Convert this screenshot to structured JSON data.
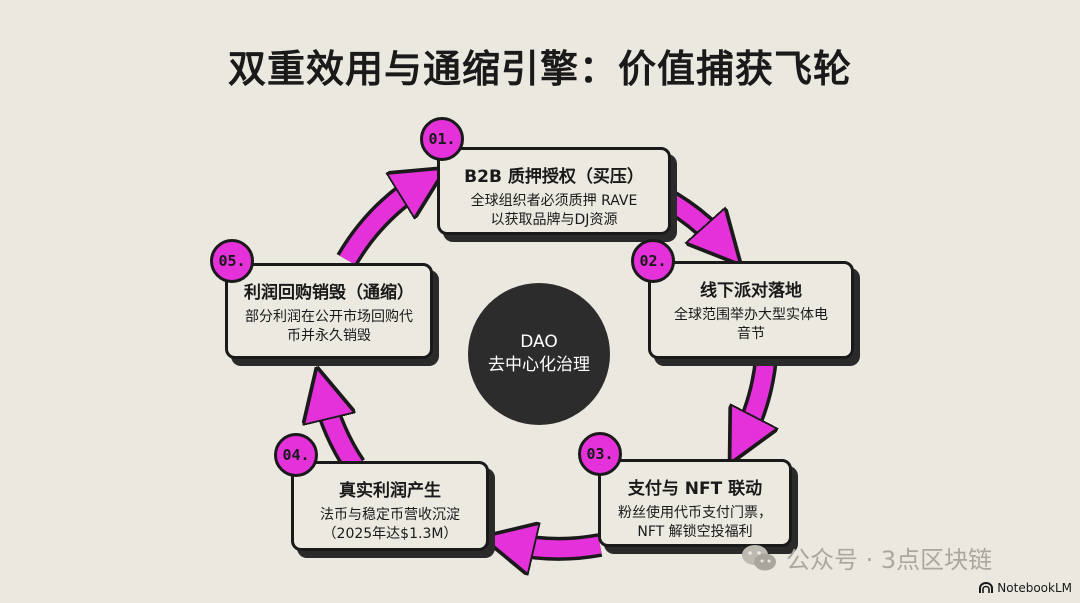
{
  "title": "双重效用与通缩引擎：价值捕获飞轮",
  "center": {
    "line1": "DAO",
    "line2": "去中心化治理"
  },
  "steps": [
    {
      "num": "01.",
      "title": "B2B 质押授权（买压）",
      "line1": "全球组织者必须质押 RAVE",
      "line2": "以获取品牌与DJ资源"
    },
    {
      "num": "02.",
      "title": "线下派对落地",
      "line1": "全球范围举办大型实体电",
      "line2": "音节"
    },
    {
      "num": "03.",
      "title": "支付与 NFT 联动",
      "line1": "粉丝使用代币支付门票，",
      "line2": "NFT 解锁空投福利"
    },
    {
      "num": "04.",
      "title": "真实利润产生",
      "line1": "法币与稳定币营收沉淀",
      "line2": "（2025年达$1.3M）"
    },
    {
      "num": "05.",
      "title": "利润回购销毁（通缩）",
      "line1": "部分利润在公开市场回购代",
      "line2": "币并永久销毁"
    }
  ],
  "watermark": "公众号 · 3点区块链",
  "brand": "NotebookLM",
  "colors": {
    "accent": "#e431d9",
    "hub": "#2c2c2c",
    "background": "#ebe8e0"
  }
}
